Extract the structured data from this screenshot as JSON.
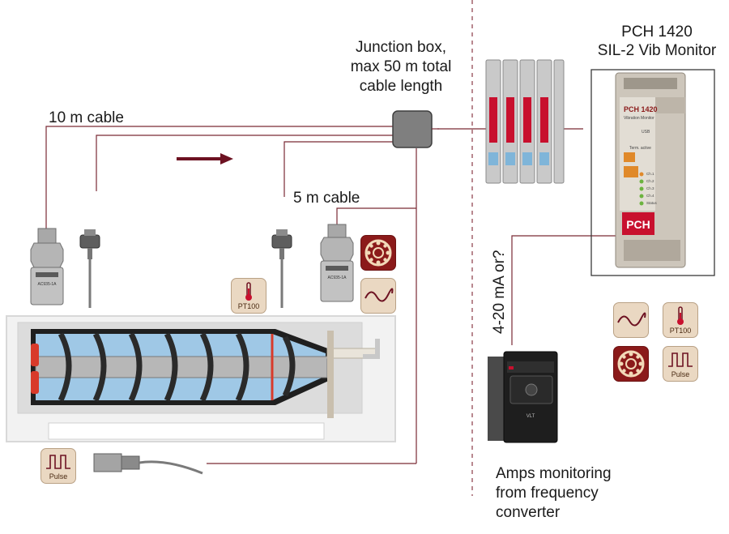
{
  "labels": {
    "junction_box": "Junction box,\nmax 50 m total\ncable length",
    "monitor_title": "PCH 1420\nSIL-2 Vib Monitor",
    "cable_10m": "10 m cable",
    "cable_5m": "5 m cable",
    "analog_output": "4-20 mA or?",
    "amps_monitoring": "Amps monitoring\nfrom frequency\nconverter"
  },
  "badges": {
    "pt100": "PT100",
    "pulse": "Pulse"
  },
  "device": {
    "brand": "PCH",
    "model": "PCH 1420",
    "subtitle": "Vibration Monitor",
    "usb": "USB",
    "term_active": "Term. active",
    "channels": [
      "Ch.1",
      "Ch.2",
      "Ch.3",
      "Ch.4",
      "Status"
    ],
    "sensor_model": "AC935-1A",
    "vfd_label": "VLT"
  },
  "colors": {
    "wire": "#7a2a35",
    "arrow": "#6d1222",
    "badge_bg": "#ead8c2",
    "badge_dark": "#8b1a1a",
    "pch_red": "#c8102e"
  }
}
